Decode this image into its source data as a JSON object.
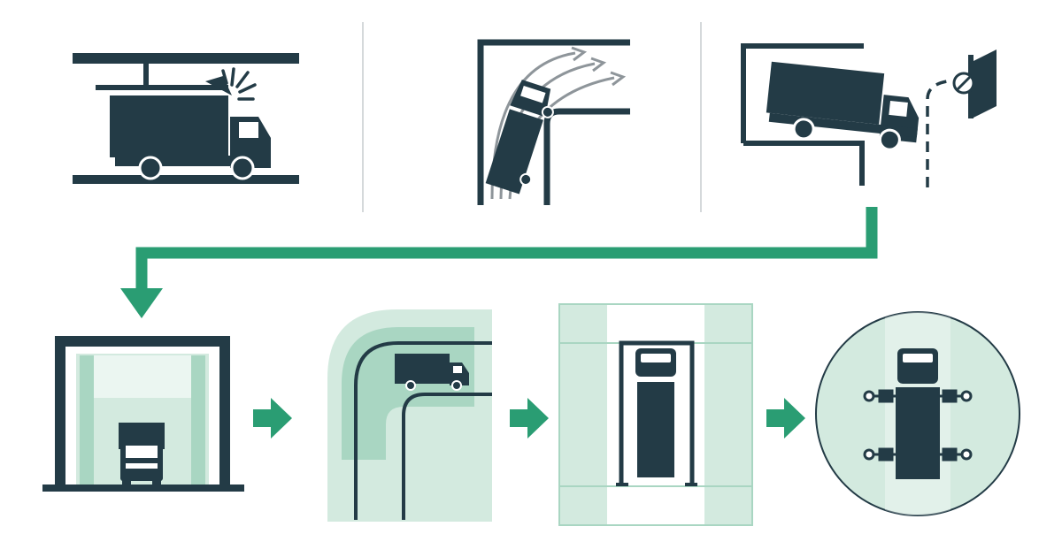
{
  "colors": {
    "background": "#ffffff",
    "dark": "#233b46",
    "green": "#2a9d73",
    "light_green": "#d3eadf",
    "mid_green": "#a9d6c2",
    "divider": "#d5d9db",
    "arrow_gray": "#8e959a"
  },
  "problems": [
    {
      "name": "overhead-clearance-collision",
      "icon": "impact-burst-icon"
    },
    {
      "name": "tight-turn-wall-scrape",
      "icon": "swept-path-arrows-icon"
    },
    {
      "name": "dock-misalignment-blocked-door",
      "icon": "no-entry-icon"
    }
  ],
  "solutions": [
    {
      "name": "high-clearance-entry"
    },
    {
      "name": "wide-turning-radius"
    },
    {
      "name": "wide-loading-bay"
    },
    {
      "name": "leveled-dock-restraints"
    }
  ],
  "flow_icons": [
    "chevron-arrow-icon",
    "flow-down-arrow-icon"
  ]
}
